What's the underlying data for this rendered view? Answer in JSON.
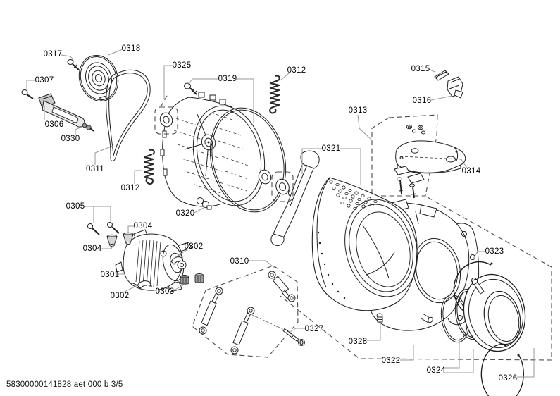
{
  "page": {
    "footer_code": "58300000141828 aet 000 b 3/5"
  },
  "diagram": {
    "type": "exploded-parts-view",
    "subject": "washing-machine drum and tub assembly"
  },
  "colors": {
    "background": "#ffffff",
    "line": "#1f1f1f",
    "dashed_outline": "#4a4a4a",
    "leader_line": "#9a9a9a",
    "label_text": "#000000"
  },
  "callouts": [
    {
      "text": "0317",
      "part": "pulley-screw"
    },
    {
      "text": "0318",
      "part": "drive-pulley"
    },
    {
      "text": "0307",
      "part": "screw"
    },
    {
      "text": "0306",
      "part": "heating-element"
    },
    {
      "text": "0330",
      "part": "element-clamp"
    },
    {
      "text": "0311",
      "part": "drive-belt"
    },
    {
      "text": "0312",
      "part": "suspension-spring-left"
    },
    {
      "text": "0325",
      "part": "tub-reference"
    },
    {
      "text": "0319",
      "part": "tub-front-half"
    },
    {
      "text": "0312",
      "part": "suspension-spring-top"
    },
    {
      "text": "0315",
      "part": "brace-bracket"
    },
    {
      "text": "0316",
      "part": "brace-block"
    },
    {
      "text": "0313",
      "part": "counterweight-kit"
    },
    {
      "text": "0314",
      "part": "counterweight-plate"
    },
    {
      "text": "0321",
      "part": "drum-with-spider"
    },
    {
      "text": "0320",
      "part": "tub-foot"
    },
    {
      "text": "0305",
      "part": "motor-screws"
    },
    {
      "text": "0304",
      "part": "damper-cone-upper"
    },
    {
      "text": "0304",
      "part": "damper-cone-lower"
    },
    {
      "text": "0301",
      "part": "motor"
    },
    {
      "text": "0302",
      "part": "clip-right"
    },
    {
      "text": "0302",
      "part": "clip-lower"
    },
    {
      "text": "0303",
      "part": "caps"
    },
    {
      "text": "0310",
      "part": "shock-absorber-set"
    },
    {
      "text": "0327",
      "part": "long-screw"
    },
    {
      "text": "0328",
      "part": "tub-bolt"
    },
    {
      "text": "0322",
      "part": "tub-rear-half"
    },
    {
      "text": "0324",
      "part": "retaining-rings"
    },
    {
      "text": "0326",
      "part": "door-seal"
    },
    {
      "text": "0323",
      "part": "clamp-ring-wire"
    }
  ]
}
